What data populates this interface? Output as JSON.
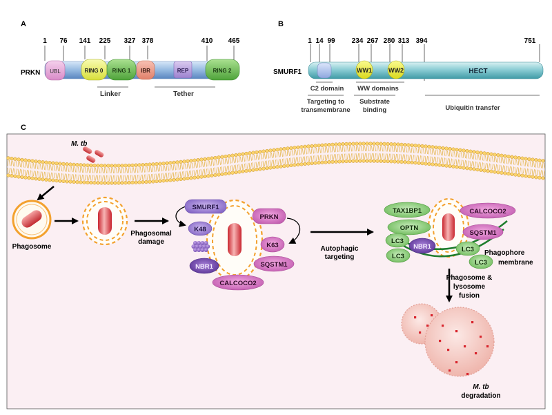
{
  "panel_a": {
    "letter": "A",
    "protein": "PRKN",
    "positions": [
      "1",
      "76",
      "141",
      "225",
      "327",
      "378",
      "410",
      "465"
    ],
    "domains": {
      "ubl": "UBL",
      "ring0": "RING 0",
      "ring1": "RING 1",
      "ibr": "IBR",
      "rep": "REP",
      "ring2": "RING 2"
    },
    "regions": {
      "linker": "Linker",
      "tether": "Tether"
    }
  },
  "panel_b": {
    "letter": "B",
    "protein": "SMURF1",
    "positions": [
      "1",
      "14",
      "99",
      "234",
      "267",
      "280",
      "313",
      "394",
      "751"
    ],
    "domains": {
      "ww1": "WW1",
      "ww2": "WW2",
      "hect": "HECT"
    },
    "labels": {
      "c2": "C2 domain",
      "ww": "WW domains",
      "targeting_1": "Targeting to",
      "targeting_2": "transmembrane",
      "substrate_1": "Substrate",
      "substrate_2": "binding",
      "ubiquitin": "Ubiquitin transfer"
    }
  },
  "panel_c": {
    "letter": "C",
    "mtb": "M. tb",
    "phagosome": "Phagosome",
    "phagosomal_damage_1": "Phagosomal",
    "phagosomal_damage_2": "damage",
    "smurf1": "SMURF1",
    "k48": "K48",
    "nbr1": "NBR1",
    "calcoco2": "CALCOCO2",
    "prkn": "PRKN",
    "k63": "K63",
    "sqstm1": "SQSTM1",
    "autophagic_1": "Autophagic",
    "autophagic_2": "targeting",
    "tax1bp1": "TAX1BP1",
    "optn": "OPTN",
    "lc3": "LC3",
    "phagophore_1": "Phagophore",
    "phagophore_2": "membrane",
    "fusion_1": "Phagosome &",
    "fusion_2": "lysosome",
    "fusion_3": "fusion",
    "degradation_1": "M. tb",
    "degradation_2": "degradation"
  }
}
